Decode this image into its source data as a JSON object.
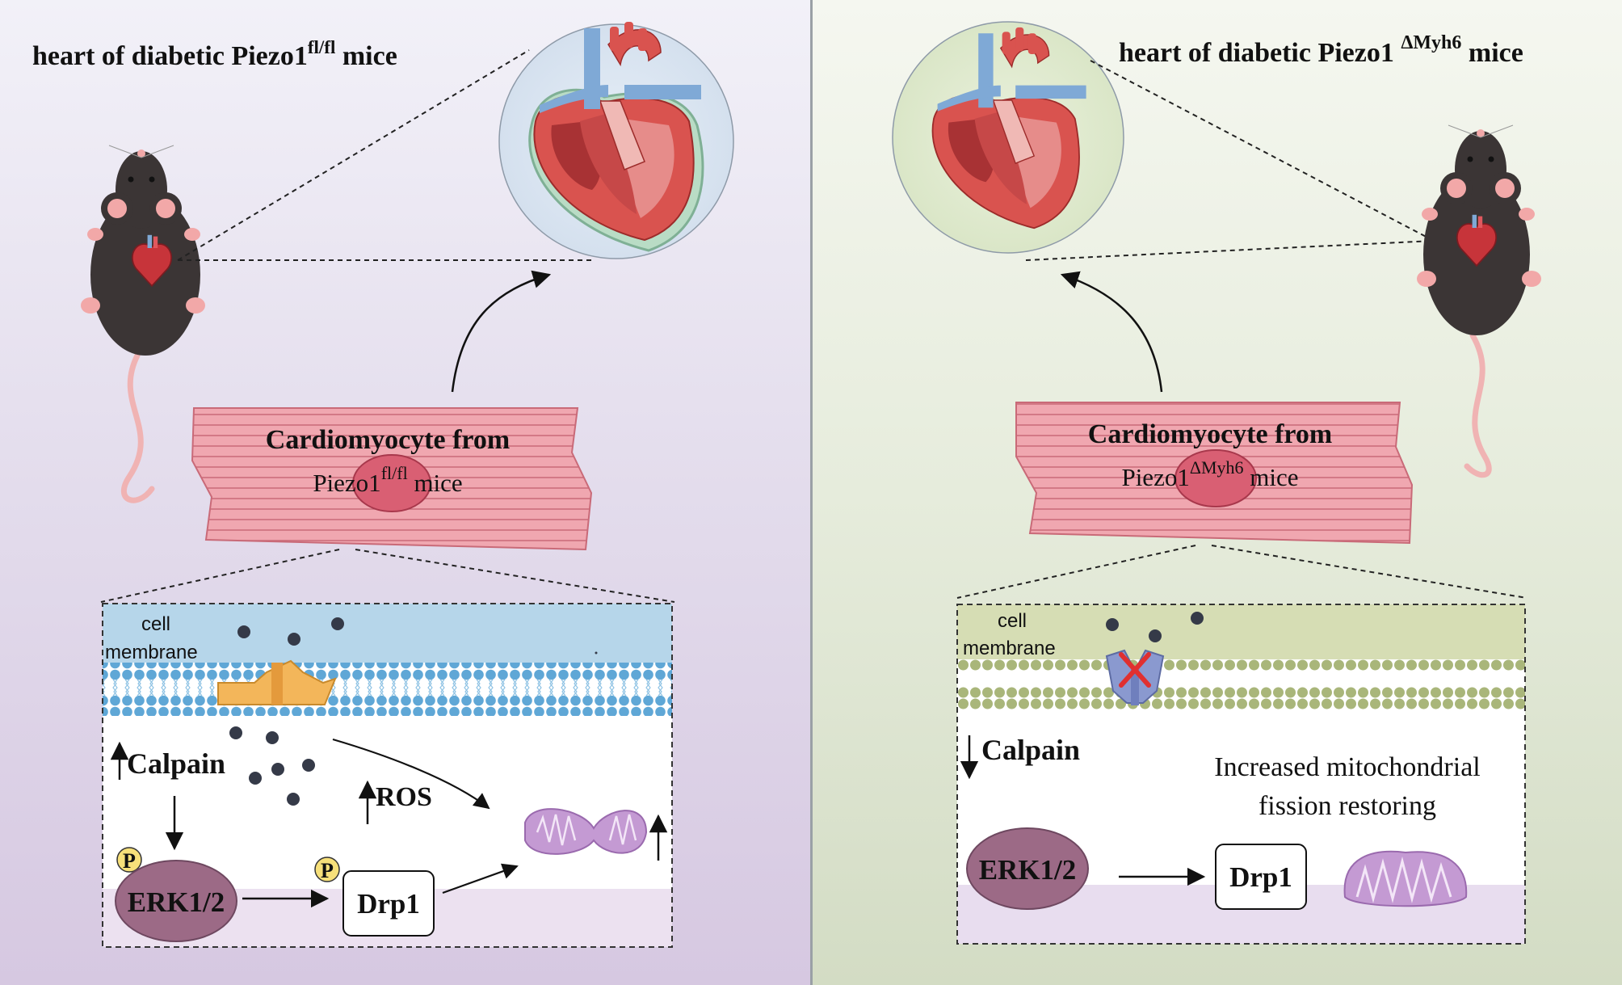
{
  "left": {
    "title_main": "heart of  diabetic Piezo1",
    "title_sup": "fl/fl",
    "title_end": " mice",
    "cell_title": "Cardiomyocyte from",
    "cell_sub_main": "Piezo1",
    "cell_sub_sup": "fl/fl",
    "cell_sub_end": " mice",
    "membrane_label_1": "cell",
    "membrane_label_2": "membrane",
    "calpain": "Calpain",
    "ros": "ROS",
    "erk": "ERK1/2",
    "drp1": "Drp1",
    "p": "P"
  },
  "right": {
    "title_main": "heart of diabetic Piezo1 ",
    "title_sup": "ΔMyh6",
    "title_end": "  mice",
    "cell_title": "Cardiomyocyte from",
    "cell_sub_main": "Piezo1",
    "cell_sub_sup": "ΔMyh6",
    "cell_sub_end": " mice",
    "membrane_label_1": "cell",
    "membrane_label_2": "membrane",
    "calpain": "Calpain",
    "note_1": "Increased mitochondrial",
    "note_2": "fission restoring",
    "erk": "ERK1/2",
    "drp1": "Drp1"
  },
  "colors": {
    "left_bg": "#e3dcec",
    "right_bg": "#e6ecdc",
    "muscle": "#f0a7b0",
    "nucleus": "#d95f73",
    "erk": "#9c6a86",
    "mito": "#c49ad3",
    "membrane_left": "#6aaedb",
    "membrane_right": "#b7c48f"
  },
  "icons": [
    "mouse-icon",
    "heart-icon",
    "piezo1-channel-icon",
    "mitochondrion-icon",
    "phospho-badge-icon",
    "blocked-channel-icon"
  ]
}
